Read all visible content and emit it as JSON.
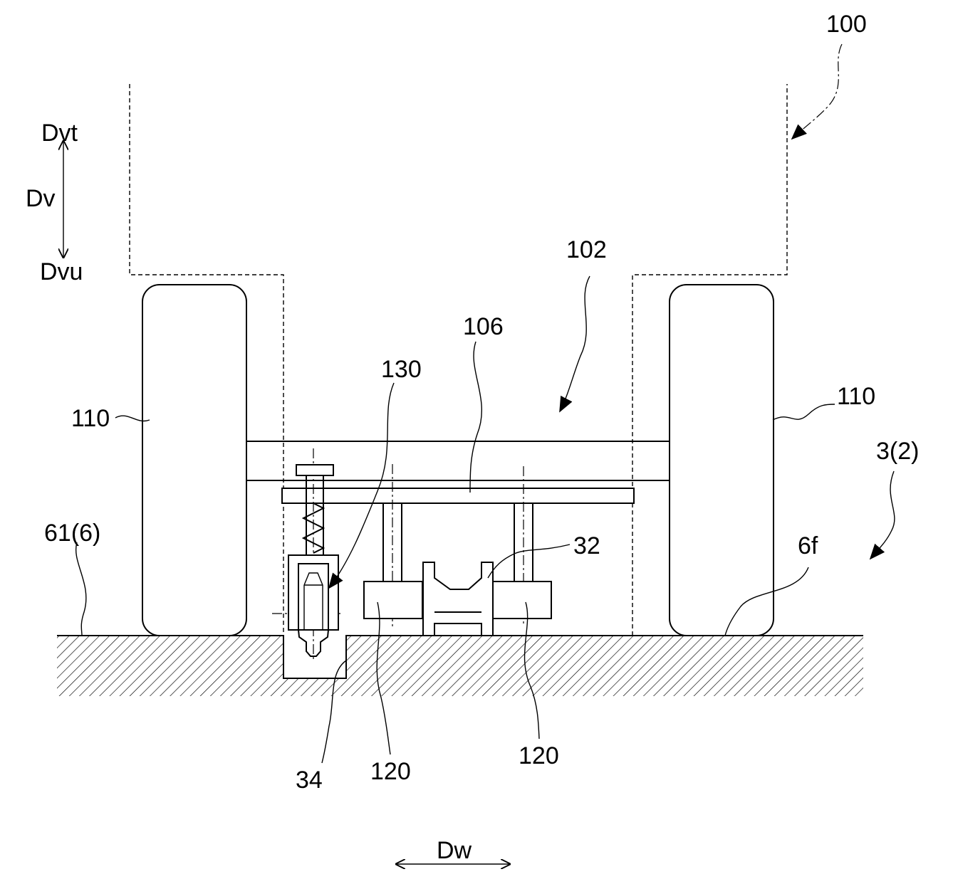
{
  "labels": {
    "vehicle": "100",
    "undercarriage": "102",
    "plate": "106",
    "wheel_left": "110",
    "wheel_right": "110",
    "unit_130": "130",
    "guide_rail": "32",
    "groove": "34",
    "roller_left": "120",
    "roller_right": "120",
    "floor": "61(6)",
    "floor_surface": "6f",
    "system": "3(2)",
    "dir_top": "Dvt",
    "dir_vertical": "Dv",
    "dir_bottom": "Dvu",
    "dir_width": "Dw"
  }
}
